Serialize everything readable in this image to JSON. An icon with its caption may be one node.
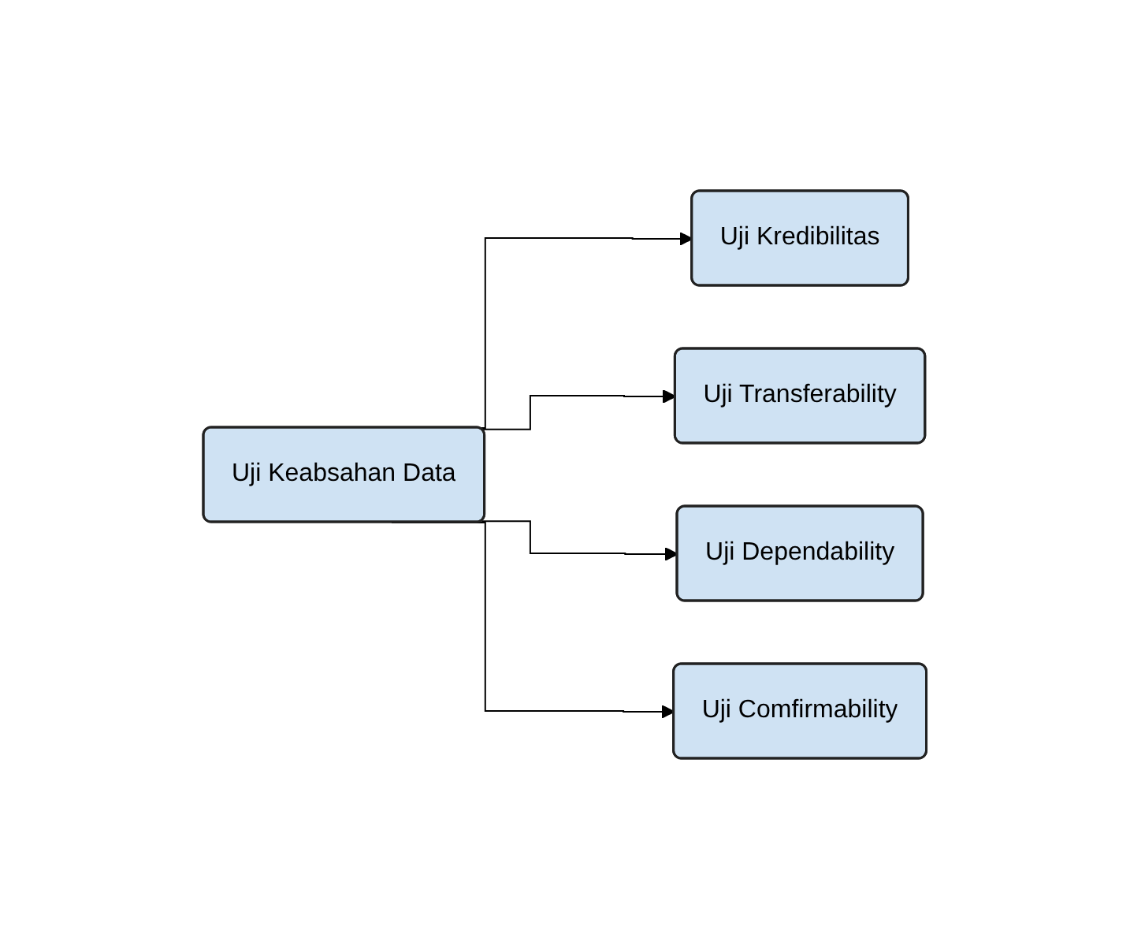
{
  "diagram": {
    "nodes": [
      {
        "text": [
          "Uji Keabsahan Data"
        ]
      },
      {
        "text": [
          "Uji Kredibilitas"
        ]
      },
      {
        "text": [
          "Uji Transferability"
        ]
      },
      {
        "text": [
          "Uji Dependability"
        ]
      },
      {
        "text": [
          "Uji Comfirmability"
        ]
      }
    ],
    "edges": [
      {
        "from": 0,
        "to": 1,
        "arrow": "to"
      },
      {
        "from": 0,
        "to": 2,
        "arrow": "to"
      },
      {
        "from": 0,
        "to": 3,
        "arrow": "to"
      },
      {
        "from": 0,
        "to": 4,
        "arrow": "to"
      }
    ]
  }
}
